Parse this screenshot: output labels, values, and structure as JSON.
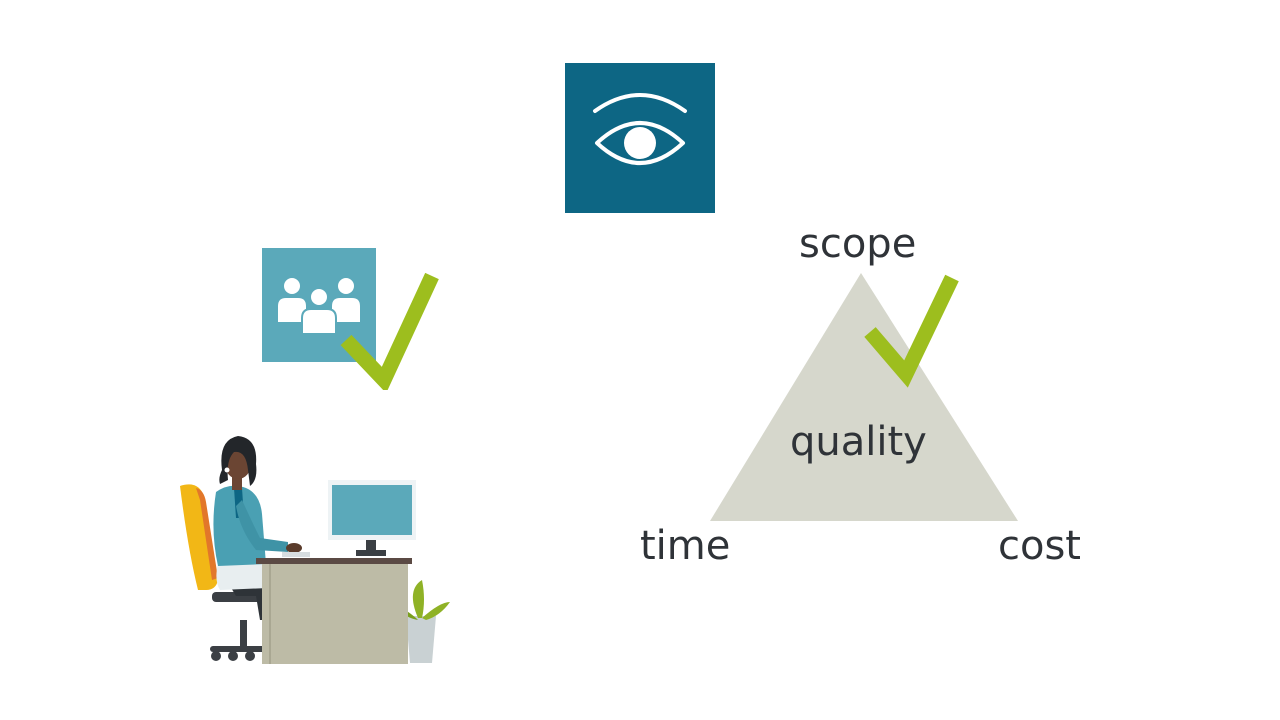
{
  "triangle": {
    "scope_label": "scope",
    "quality_label": "quality",
    "time_label": "time",
    "cost_label": "cost"
  },
  "icons": {
    "vision_tile": "eye-icon",
    "team_tile": "people-group-icon",
    "team_check": "checkmark-icon",
    "triangle_check": "checkmark-icon",
    "worker": "person-at-desk-illustration"
  },
  "colors": {
    "eye_tile": "#0d6684",
    "team_tile": "#5ba9ba",
    "checkmark": "#9dbe1e",
    "triangle_fill": "#d6d7cc",
    "text": "#2f3338"
  }
}
